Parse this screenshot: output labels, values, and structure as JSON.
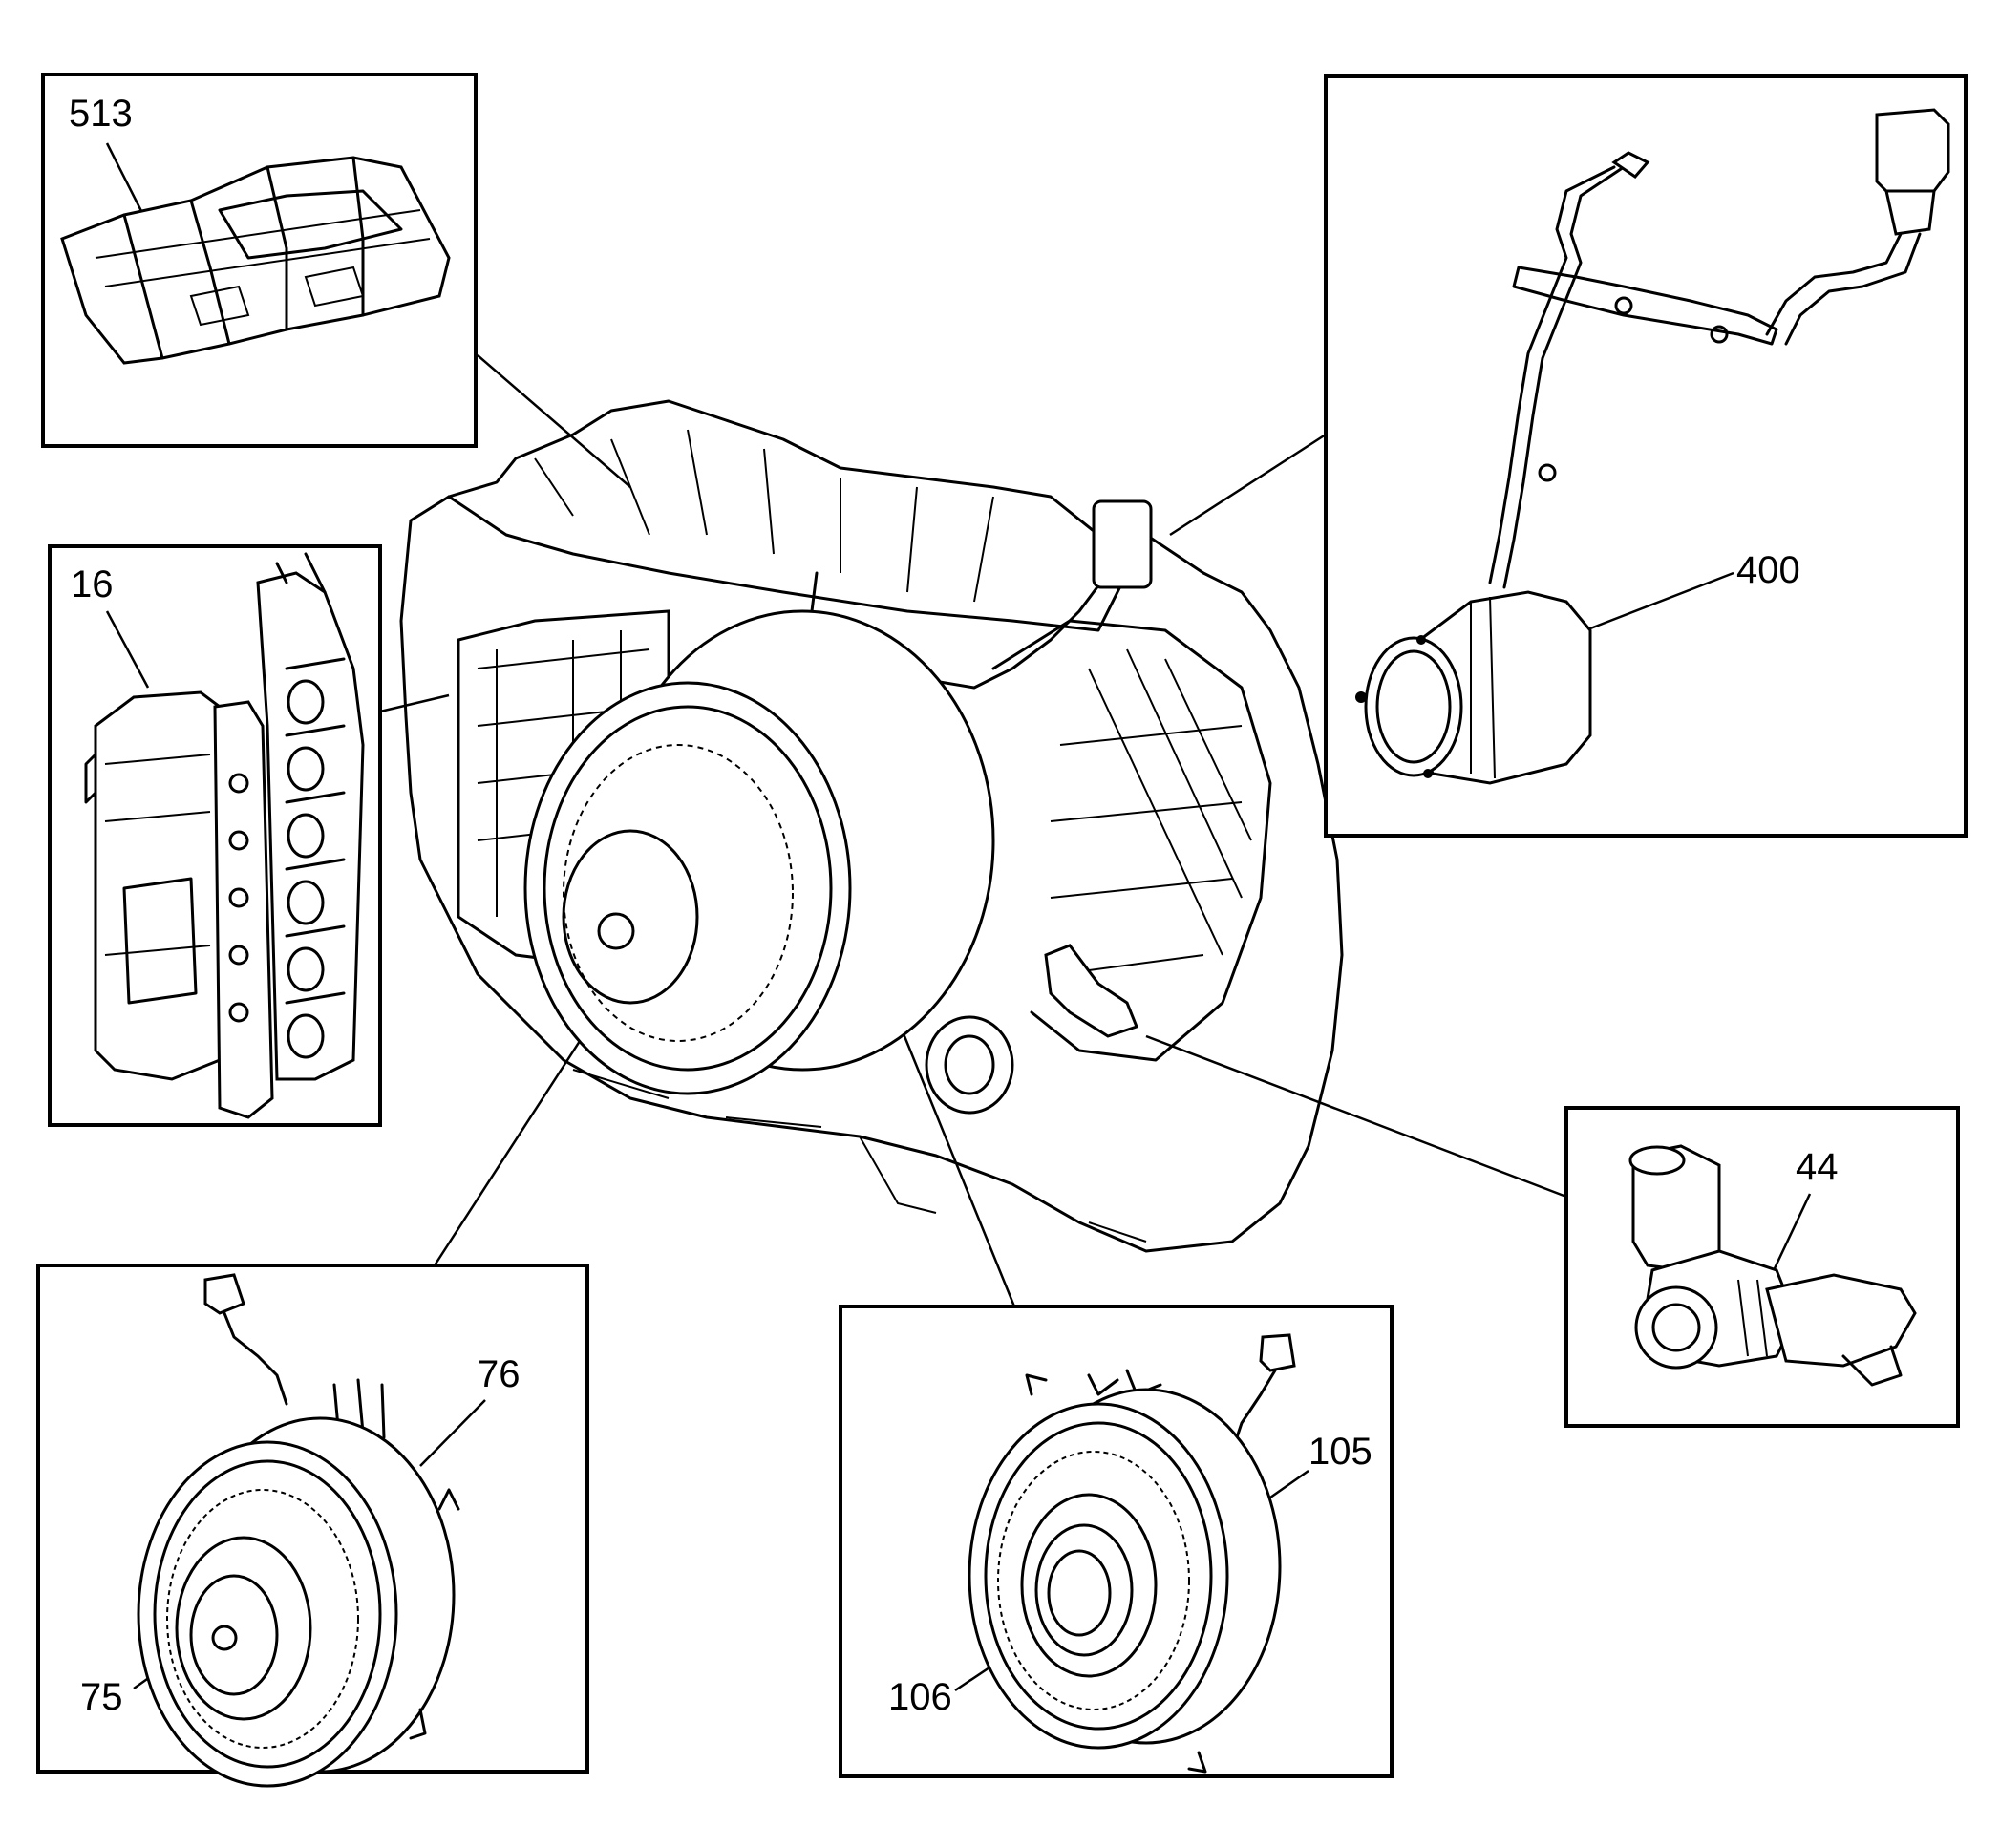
{
  "callouts": {
    "c513": "513",
    "c16": "16",
    "c400": "400",
    "c44": "44",
    "c76": "76",
    "c75": "75",
    "c105": "105",
    "c106": "106"
  },
  "colors": {
    "line": "#000000",
    "background": "#ffffff"
  }
}
